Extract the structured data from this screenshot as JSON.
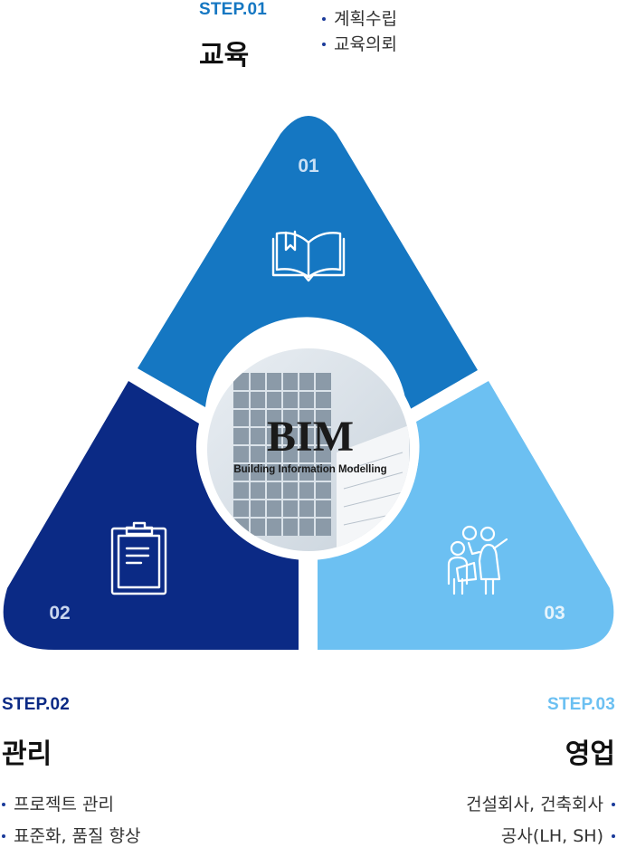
{
  "step1": {
    "label": "STEP.01",
    "title": "교육",
    "bullets": [
      "계획수립",
      "교육의뢰"
    ],
    "number": "01"
  },
  "step2": {
    "label": "STEP.02",
    "title": "관리",
    "bullets": [
      "프로젝트 관리",
      "표준화, 품질 향상"
    ],
    "number": "02"
  },
  "step3": {
    "label": "STEP.03",
    "title": "영업",
    "bullets": [
      "건설회사, 건축회사",
      "공사(LH, SH)"
    ],
    "number": "03"
  },
  "center": {
    "title": "BIM",
    "subtitle": "Building Information Modelling"
  },
  "colors": {
    "step1": "#1577c2",
    "step2": "#0b2a85",
    "step3": "#6cc0f2",
    "number_text": "#c9e0f5"
  },
  "icons": {
    "step1": "open-book-icon",
    "step2": "clipboard-icon",
    "step3": "presenter-icon"
  }
}
